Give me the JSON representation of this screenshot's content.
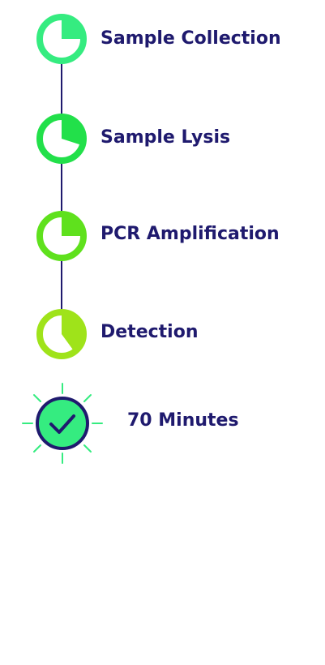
{
  "steps": [
    {
      "label": "Sample Collection",
      "color": "#35ec80",
      "progress": 0.25
    },
    {
      "label": "Sample Lysis",
      "color": "#22e04a",
      "progress": 0.3
    },
    {
      "label": "PCR Amplification",
      "color": "#5fe11d",
      "progress": 0.25
    },
    {
      "label": "Detection",
      "color": "#9fe31a",
      "progress": 0.4
    }
  ],
  "completion": {
    "label": "70 Minutes",
    "icon": "check-icon",
    "fill_color": "#35ec80",
    "stroke_color": "#1f1a6e"
  },
  "colors": {
    "text": "#1f1a6e",
    "connector": "#1f1a6e"
  }
}
